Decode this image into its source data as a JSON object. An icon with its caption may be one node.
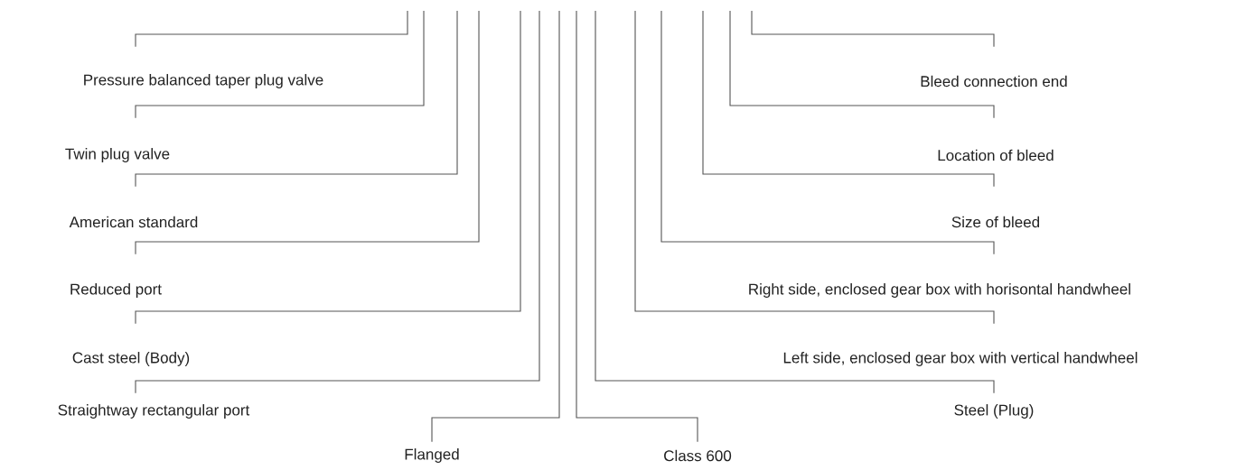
{
  "diagram": {
    "nodes": [
      {
        "text": [
          "Pressure balanced taper plug valve"
        ]
      },
      {
        "text": [
          "Bleed connection end"
        ]
      },
      {
        "text": [
          "Twin plug valve"
        ]
      },
      {
        "text": [
          "Location of bleed"
        ]
      },
      {
        "text": [
          "American standard"
        ]
      },
      {
        "text": [
          "Size of bleed"
        ]
      },
      {
        "text": [
          "Reduced port"
        ]
      },
      {
        "text": [
          "Right side, enclosed gear box with horisontal handwheel"
        ]
      },
      {
        "text": [
          "Cast steel (Body)"
        ]
      },
      {
        "text": [
          "Left side, enclosed gear box with vertical handwheel"
        ]
      },
      {
        "text": [
          "Straightway rectangular port"
        ]
      },
      {
        "text": [
          "Steel (Plug)"
        ]
      },
      {
        "text": [
          "Flanged"
        ]
      },
      {
        "text": [
          "Class 600"
        ]
      }
    ],
    "edges": [
      {
        "from": null,
        "to": 0,
        "arrow": "none"
      },
      {
        "from": null,
        "to": 1,
        "arrow": "none"
      },
      {
        "from": null,
        "to": 2,
        "arrow": "none"
      },
      {
        "from": null,
        "to": 3,
        "arrow": "none"
      },
      {
        "from": null,
        "to": 4,
        "arrow": "none"
      },
      {
        "from": null,
        "to": 5,
        "arrow": "none"
      },
      {
        "from": null,
        "to": 6,
        "arrow": "none"
      },
      {
        "from": null,
        "to": 7,
        "arrow": "none"
      },
      {
        "from": null,
        "to": 8,
        "arrow": "none"
      },
      {
        "from": null,
        "to": 9,
        "arrow": "none"
      },
      {
        "from": null,
        "to": 10,
        "arrow": "none"
      },
      {
        "from": null,
        "to": 11,
        "arrow": "none"
      },
      {
        "from": null,
        "to": 12,
        "arrow": "none"
      },
      {
        "from": null,
        "to": 13,
        "arrow": "none"
      }
    ]
  }
}
